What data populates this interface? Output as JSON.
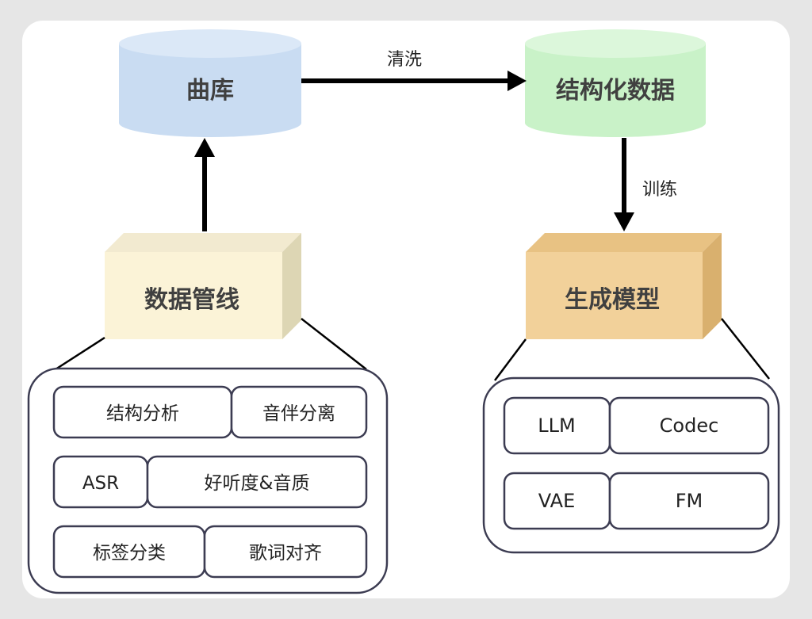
{
  "nodes": {
    "library": {
      "label": "曲库",
      "color": "#c9dcf2",
      "top_color": "#dbe8f7"
    },
    "structured": {
      "label": "结构化数据",
      "color": "#c9f2c8",
      "top_color": "#dcf7db"
    },
    "pipeline": {
      "label": "数据管线",
      "color": "#fbf3d7",
      "side_color": "#ddd6b4",
      "top_color": "#f2ead0"
    },
    "model": {
      "label": "生成模型",
      "color": "#f2d19a",
      "side_color": "#d9b06e",
      "top_color": "#e8c283"
    }
  },
  "edges": {
    "clean": "清洗",
    "train": "训练"
  },
  "pipeline_items": [
    [
      "结构分析",
      "音伴分离"
    ],
    [
      "ASR",
      "好听度&音质"
    ],
    [
      "标签分类",
      "歌词对齐"
    ]
  ],
  "model_items": [
    [
      "LLM",
      "Codec"
    ],
    [
      "VAE",
      "FM"
    ]
  ]
}
